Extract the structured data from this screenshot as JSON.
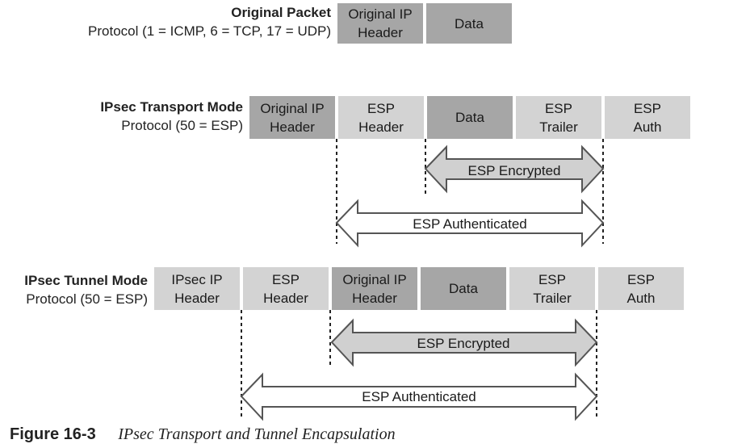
{
  "rows": [
    {
      "title": "Original Packet",
      "subtitle": "Protocol (1 = ICMP, 6 = TCP, 17 = UDP)",
      "fields": [
        {
          "label": "Original IP\nHeader",
          "shade": "dark"
        },
        {
          "label": "Data",
          "shade": "dark"
        }
      ]
    },
    {
      "title": "IPsec Transport Mode",
      "subtitle": "Protocol (50 = ESP)",
      "fields": [
        {
          "label": "Original IP\nHeader",
          "shade": "dark"
        },
        {
          "label": "ESP\nHeader",
          "shade": "light"
        },
        {
          "label": "Data",
          "shade": "dark"
        },
        {
          "label": "ESP\nTrailer",
          "shade": "light"
        },
        {
          "label": "ESP\nAuth",
          "shade": "light"
        }
      ],
      "spans": [
        {
          "label": "ESP Encrypted"
        },
        {
          "label": "ESP Authenticated"
        }
      ]
    },
    {
      "title": "IPsec Tunnel Mode",
      "subtitle": "Protocol (50 = ESP)",
      "fields": [
        {
          "label": "IPsec IP\nHeader",
          "shade": "light"
        },
        {
          "label": "ESP\nHeader",
          "shade": "light"
        },
        {
          "label": "Original IP\nHeader",
          "shade": "dark"
        },
        {
          "label": "Data",
          "shade": "dark"
        },
        {
          "label": "ESP\nTrailer",
          "shade": "light"
        },
        {
          "label": "ESP\nAuth",
          "shade": "light"
        }
      ],
      "spans": [
        {
          "label": "ESP Encrypted"
        },
        {
          "label": "ESP Authenticated"
        }
      ]
    }
  ],
  "caption": {
    "number": "Figure 16-3",
    "text": "IPsec Transport and Tunnel Encapsulation"
  },
  "colors": {
    "dark_field": "#a6a6a6",
    "light_field": "#d3d3d3",
    "arrow_fill": "#d0d0d0",
    "arrow_stroke": "#555555"
  }
}
